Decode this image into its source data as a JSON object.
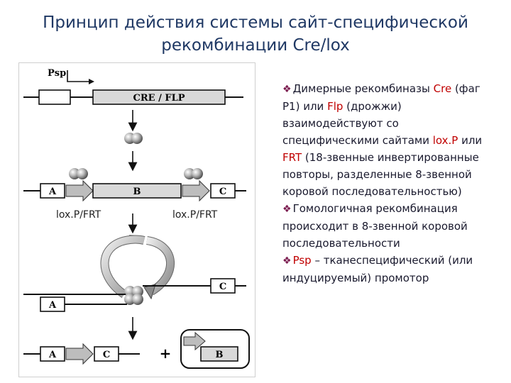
{
  "title": {
    "line1": "Принцип действия системы сайт-специфической",
    "line2": "рекомбинации Cre/lox"
  },
  "diagram": {
    "promoter": "Psp",
    "gene": "CRE / FLP",
    "segment_a": "A",
    "segment_b": "B",
    "segment_c": "C",
    "plus": "+",
    "site_left": "lox.P/FRT",
    "site_right": "lox.P/FRT"
  },
  "text": {
    "p1": {
      "t1": "Димерные рекомбиназы ",
      "cre": "Cre",
      "t2": " (фаг P1) или ",
      "flp": "Flp",
      "t3": " (дрожжи) взаимодействуют со специфическими сайтами ",
      "loxp": "lox.P",
      "t4": " или ",
      "frt": "FRT",
      "t5": " (18-звенные инвертированные повторы, разделенные 8-звенной коровой последовательностью)"
    },
    "p2": "Гомологичная рекомбинация происходит в 8-звенной коровой последовательности",
    "p3": {
      "psp": "Psp",
      "rest": " – тканеспецифический (или индуцируемый) промотор"
    }
  },
  "colors": {
    "title": "#1f3864",
    "accent_red": "#c00000",
    "bullet": "#7a1b4e"
  },
  "icons": {
    "bullet": "diamond-bullet-icon"
  }
}
